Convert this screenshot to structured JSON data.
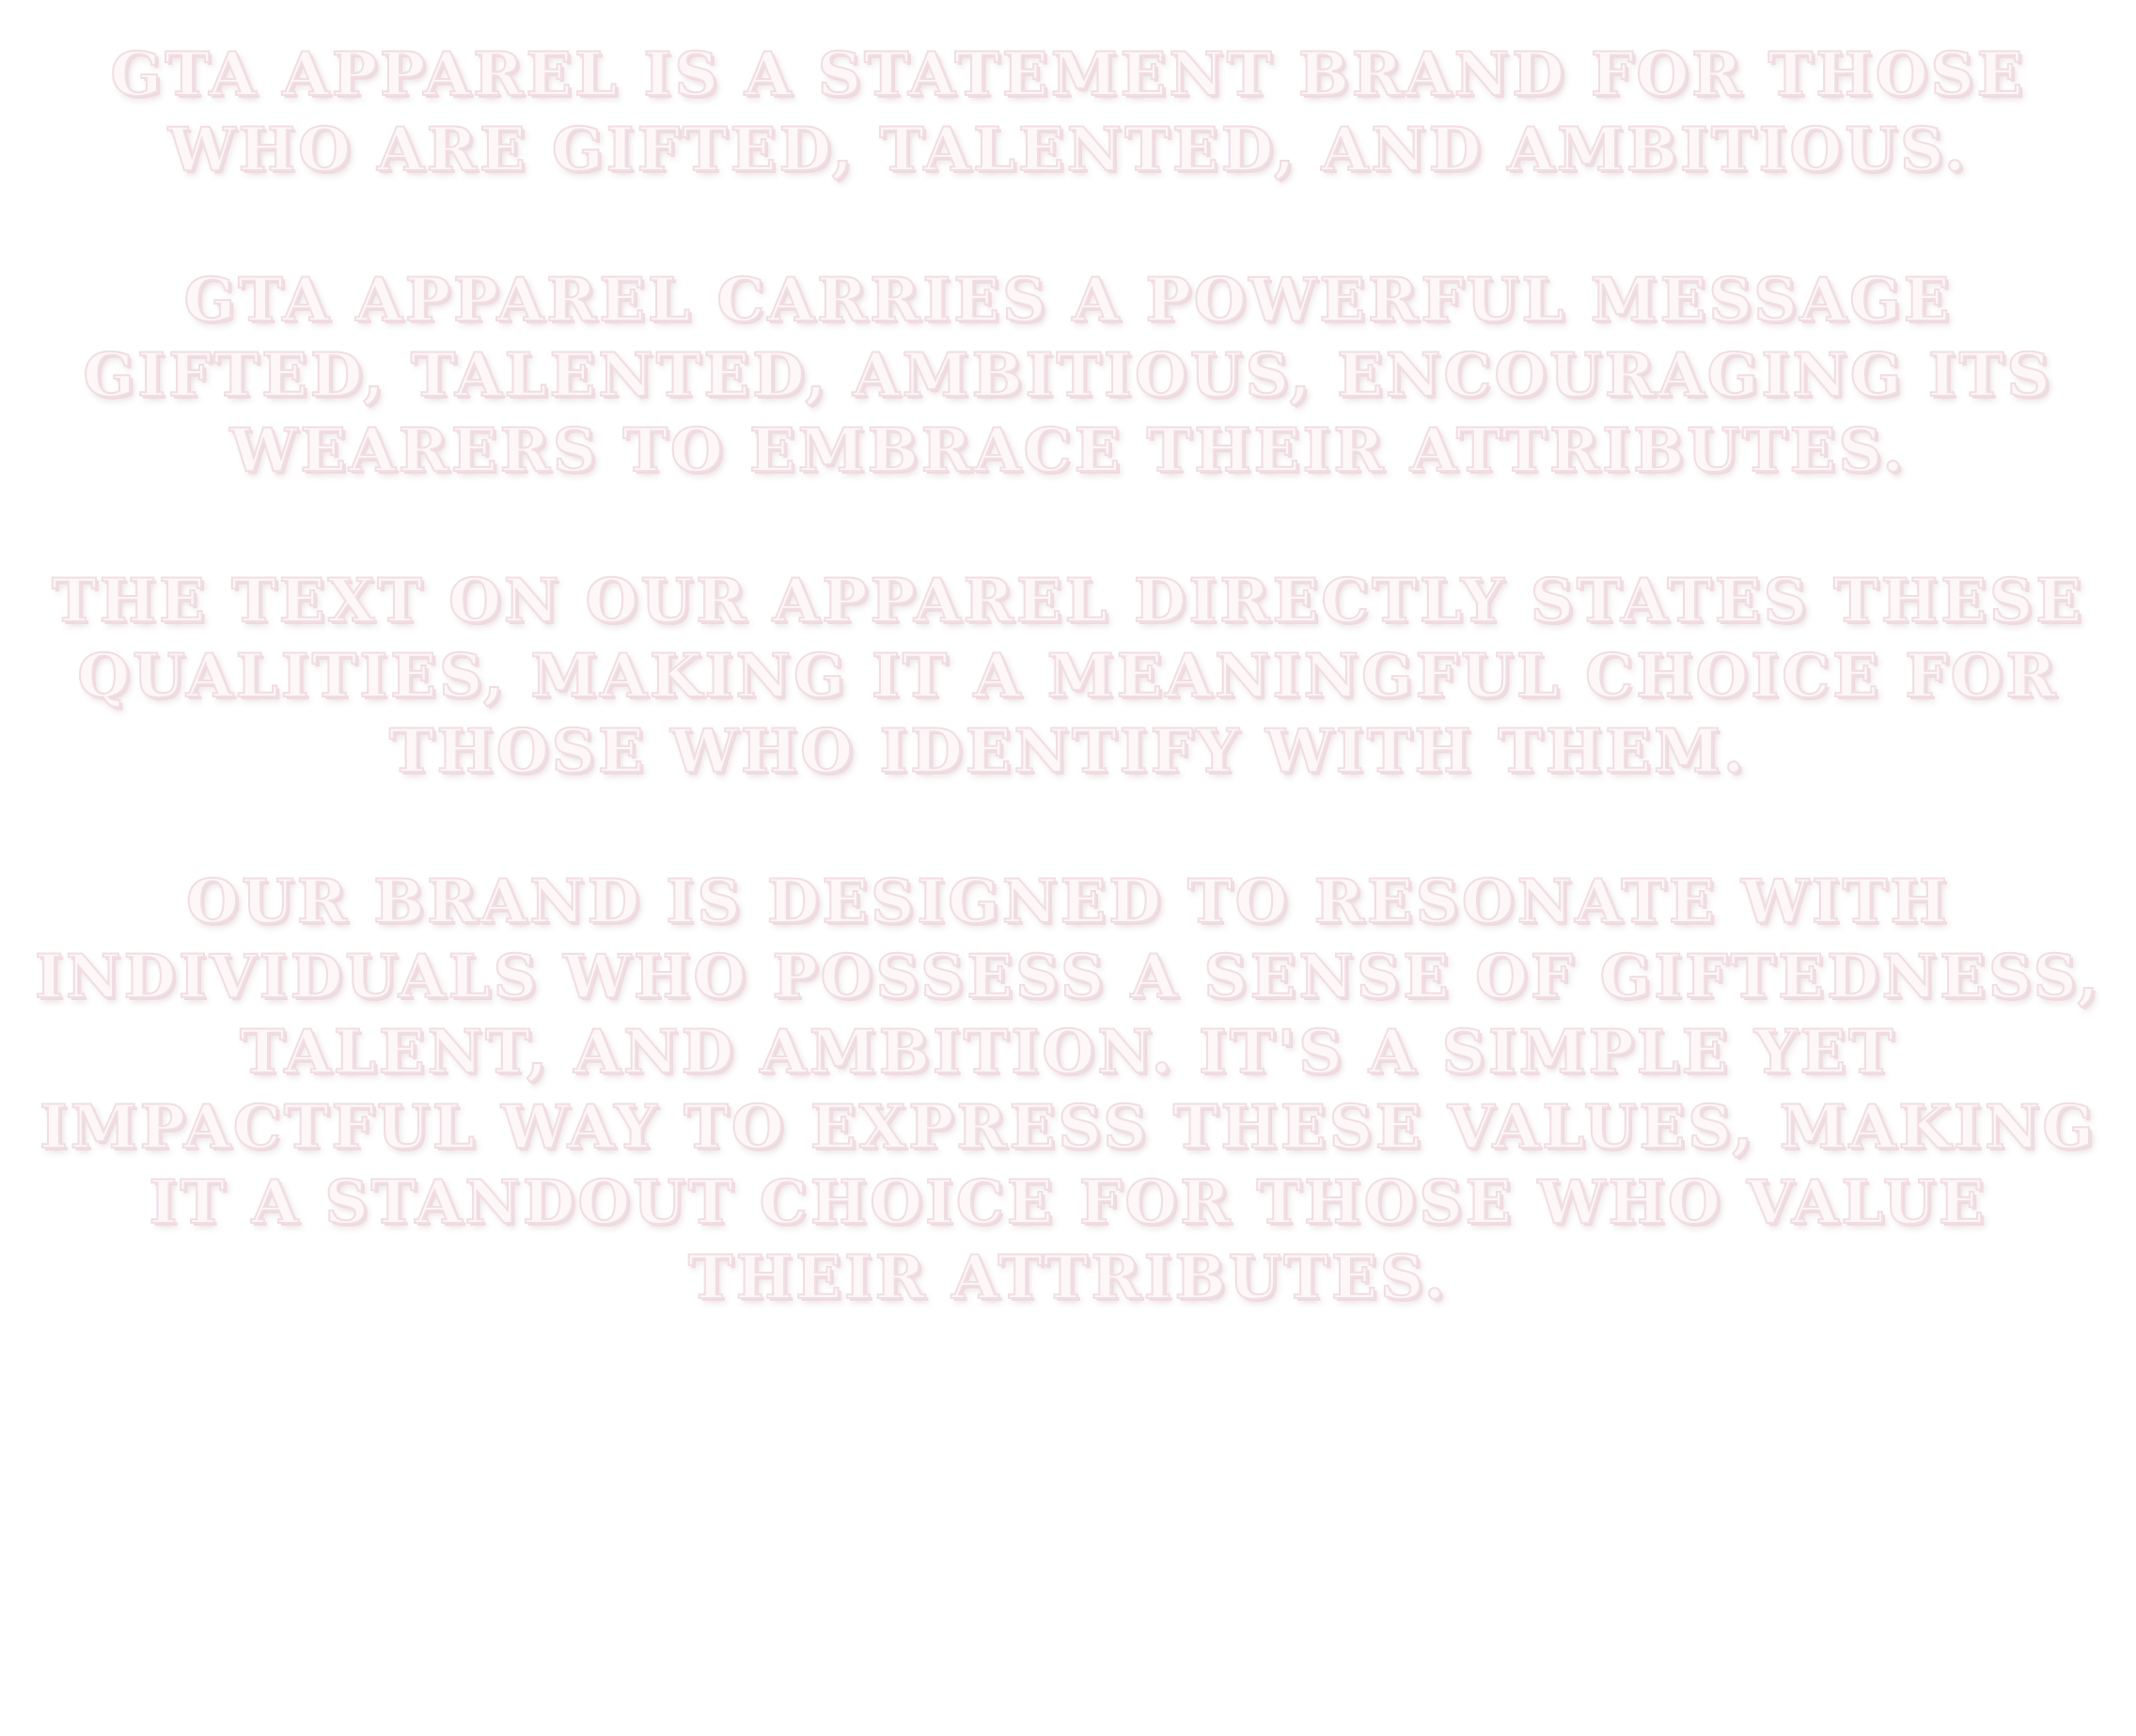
{
  "paragraphs": [
    "GTA Apparel is a statement brand for those who are gifted, talented, and ambitious.",
    "GTA Apparel carries a powerful message Gifted, Talented, Ambitious, encouraging its wearers to embrace their attributes.",
    "The text on our apparel directly states these qualities, making it a meaningful choice for those who identify with them.",
    "Our brand is designed to resonate with individuals who possess a sense of giftedness, talent, and ambition. It's a simple yet impactful way to express these values, making it a standout choice for those who value their attributes."
  ],
  "colors": {
    "text_fill": "#fdf7f8",
    "text_outline": "#f1dde2",
    "background": "#ffffff"
  }
}
